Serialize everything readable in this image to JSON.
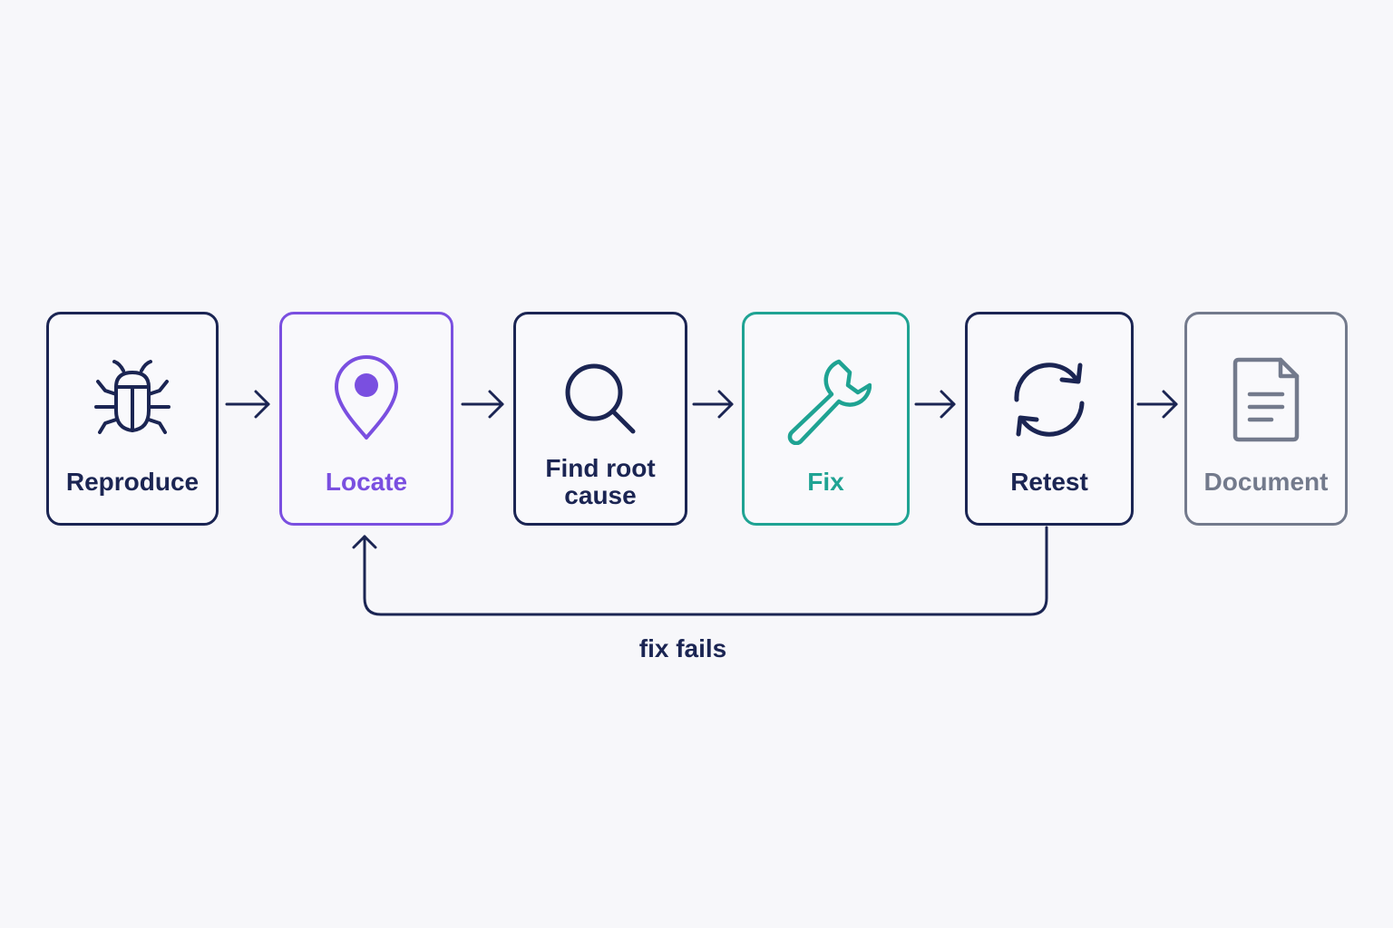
{
  "steps": [
    {
      "label": "Reproduce",
      "icon": "bug-icon",
      "color": "#1b2553"
    },
    {
      "label": "Locate",
      "icon": "map-pin-icon",
      "color": "#7a4fe0"
    },
    {
      "label": "Find root cause",
      "icon": "magnifier-icon",
      "color": "#1b2553"
    },
    {
      "label": "Fix",
      "icon": "wrench-icon",
      "color": "#1fa393"
    },
    {
      "label": "Retest",
      "icon": "refresh-icon",
      "color": "#1b2553"
    },
    {
      "label": "Document",
      "icon": "document-icon",
      "color": "#737a8c"
    }
  ],
  "loop": {
    "label": "fix fails",
    "from": "Retest",
    "to": "Locate"
  },
  "colors": {
    "background": "#f7f7fa",
    "primary": "#1b2553",
    "accent_purple": "#7a4fe0",
    "accent_teal": "#1fa393",
    "muted": "#737a8c"
  }
}
